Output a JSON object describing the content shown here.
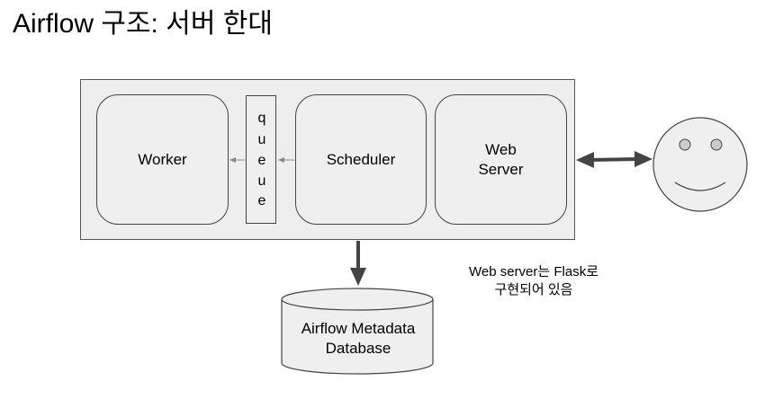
{
  "title": "Airflow 구조: 서버 한대",
  "nodes": {
    "worker": "Worker",
    "scheduler": "Scheduler",
    "web_server_line1": "Web",
    "web_server_line2": "Server"
  },
  "queue": {
    "chars": [
      "q",
      "u",
      "e",
      "u",
      "e"
    ]
  },
  "database": {
    "line1": "Airflow Metadata",
    "line2": "Database"
  },
  "note": {
    "line1": "Web server는 Flask로",
    "line2": "구현되어 있음"
  },
  "user": {
    "icon": "smiley-face-icon"
  },
  "colors": {
    "box_fill": "#eeeeee",
    "arrow_dark": "#444444",
    "arrow_light": "#888888",
    "face_fill": "#efefef"
  }
}
